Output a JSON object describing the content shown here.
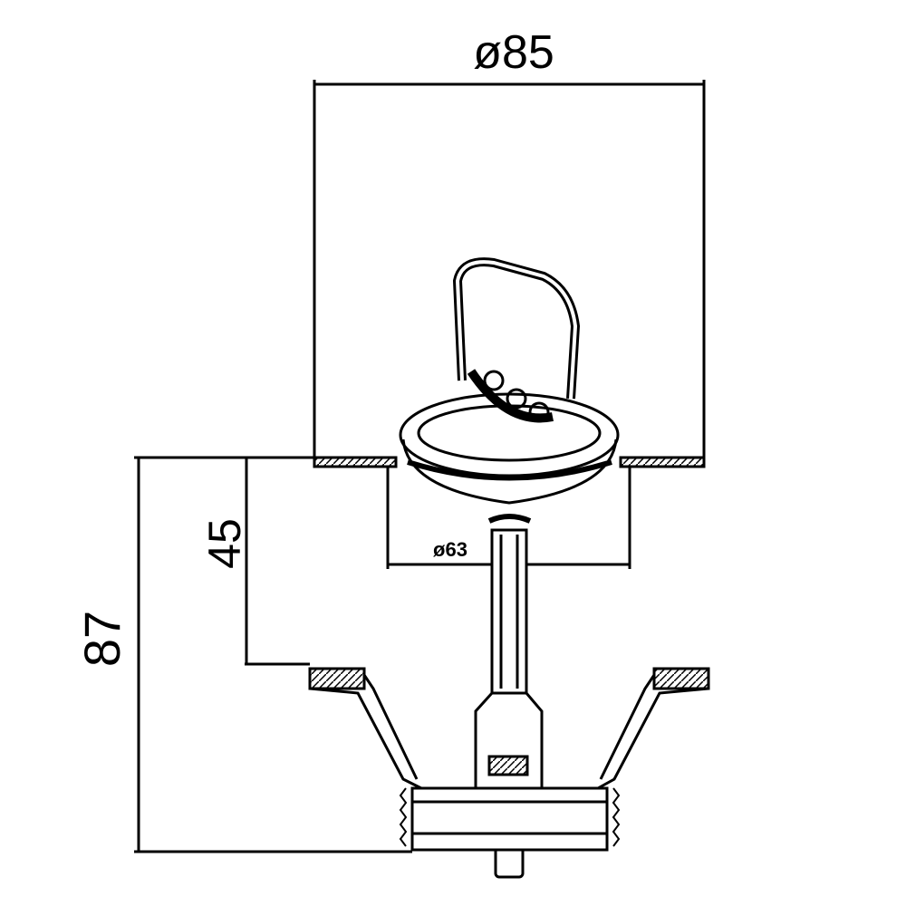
{
  "dimensions": {
    "outer_diameter": "ø85",
    "plug_diameter": "ø63",
    "overflow_height": "45",
    "total_height": "87"
  },
  "colors": {
    "line": "#000000",
    "background": "#ffffff"
  }
}
